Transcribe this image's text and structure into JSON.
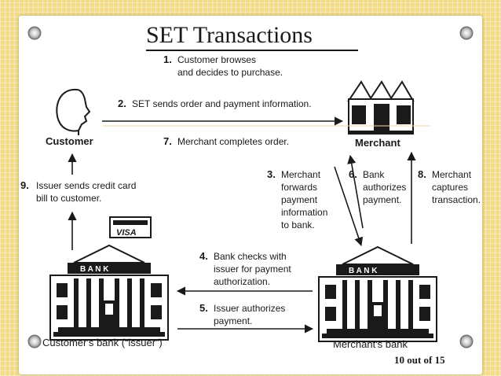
{
  "slide": {
    "title": "SET Transactions",
    "page_indicator": "10 out of 15"
  },
  "entities": {
    "customer": "Customer",
    "merchant": "Merchant",
    "customers_bank": "Customer's bank (“issuer”)",
    "merchants_bank": "Merchant's bank",
    "bank_sign": "B A N K",
    "card_label": "VISA"
  },
  "steps": [
    {
      "num": "1.",
      "lines": [
        "Customer browses",
        "and decides to purchase."
      ]
    },
    {
      "num": "2.",
      "lines": [
        "SET sends order and payment information."
      ]
    },
    {
      "num": "3.",
      "lines": [
        "Merchant",
        "forwards",
        "payment",
        "information",
        "to bank."
      ]
    },
    {
      "num": "4.",
      "lines": [
        "Bank checks with",
        "issuer for payment",
        "authorization."
      ]
    },
    {
      "num": "5.",
      "lines": [
        "Issuer authorizes",
        "payment."
      ]
    },
    {
      "num": "6.",
      "lines": [
        "Bank",
        "authorizes",
        "payment."
      ]
    },
    {
      "num": "7.",
      "lines": [
        "Merchant completes order."
      ]
    },
    {
      "num": "8.",
      "lines": [
        "Merchant",
        "captures",
        "transaction."
      ]
    },
    {
      "num": "9.",
      "lines": [
        "Issuer sends credit card",
        "bill to customer."
      ]
    }
  ],
  "colors": {
    "background": "#f4dc86",
    "card": "#ffffff",
    "ink": "#1a1a1a",
    "pin_ring": "#8a8a8a"
  }
}
